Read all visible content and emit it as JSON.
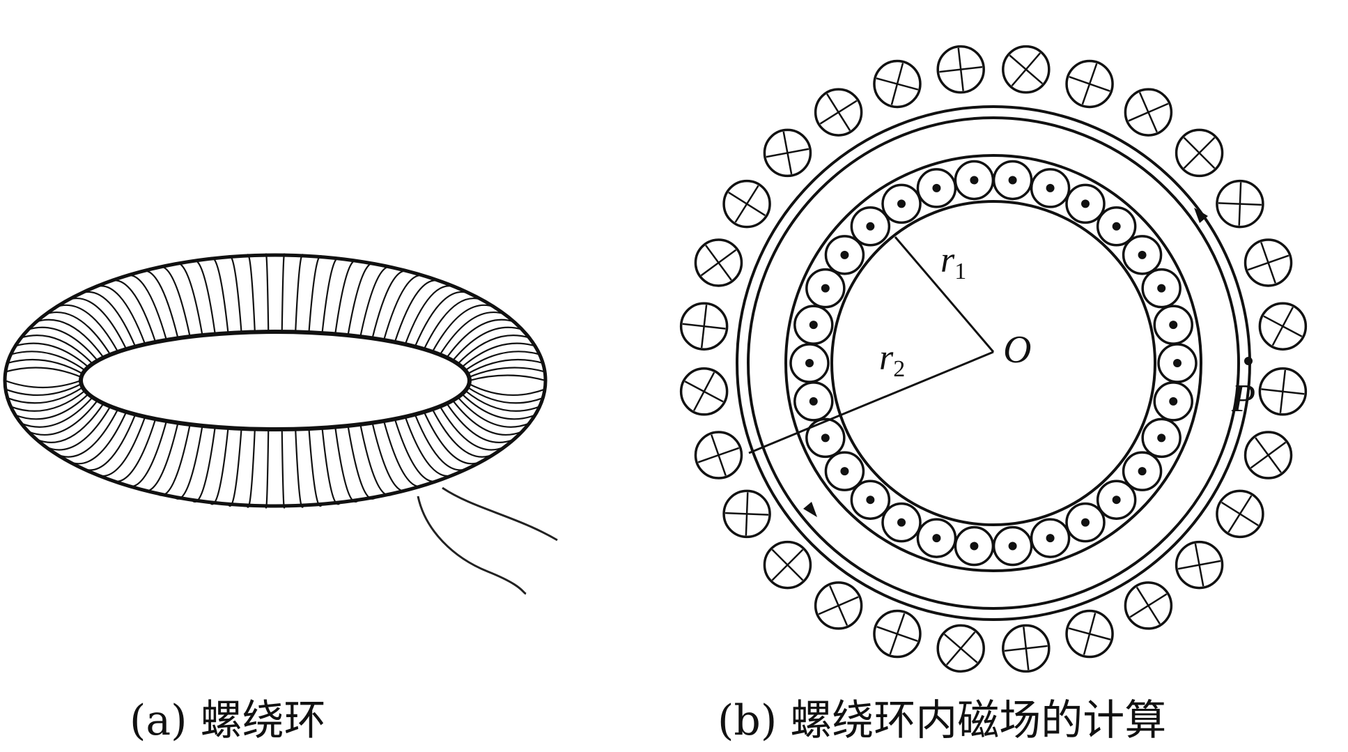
{
  "figure_a": {
    "caption": "(a)  螺绕环",
    "wire_turns": 90
  },
  "figure_b": {
    "caption": "(b)  螺绕环内磁场的计算",
    "labels": {
      "center": "O",
      "r1": "r",
      "r1_sub": "1",
      "r2": "r",
      "r2_sub": "2",
      "point": "P"
    },
    "inner_wire_count": 30,
    "outer_wire_count": 28
  }
}
